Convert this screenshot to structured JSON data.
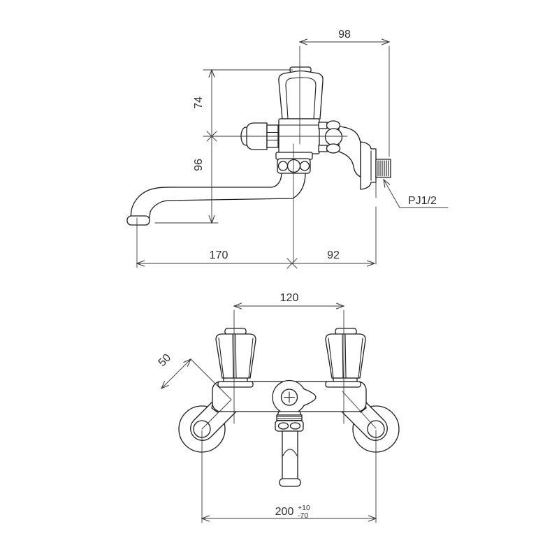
{
  "page": {
    "background": "#ffffff"
  },
  "drawing": {
    "stroke_color": "#1c1c1c",
    "dim_color": "#3a3a3a",
    "side_view": {
      "dim_top_width": "98",
      "dim_handle_height": "74",
      "dim_spout_drop": "96",
      "dim_spout_reach": "170",
      "dim_wall_clearance": "92",
      "thread_label": "PJ1/2"
    },
    "front_view": {
      "dim_handle_pitch": "120",
      "dim_eccentric_range": "50",
      "dim_wall_pitch": "200",
      "dim_wall_pitch_tol_plus": "+10",
      "dim_wall_pitch_tol_minus": "-70"
    }
  }
}
